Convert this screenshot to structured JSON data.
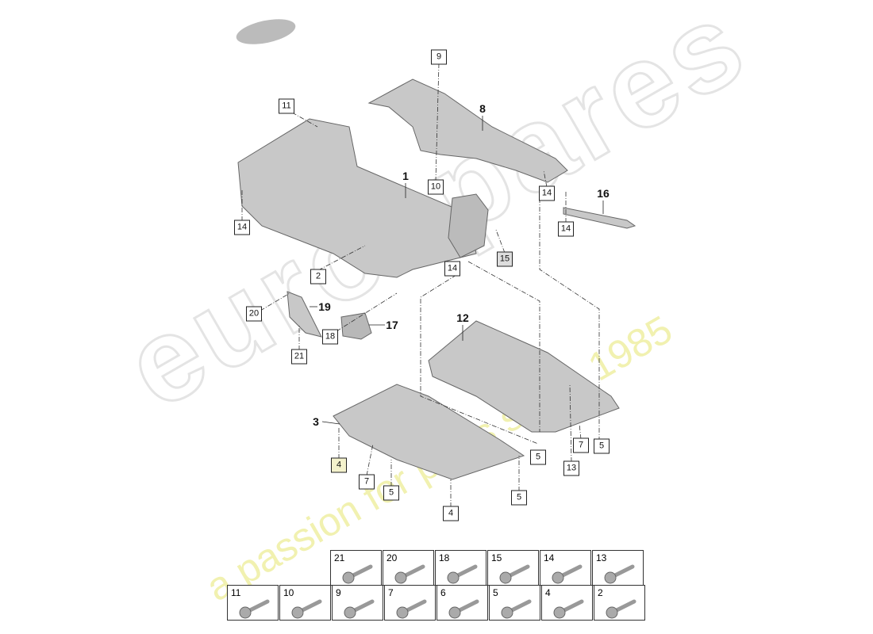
{
  "watermark": {
    "brand": "eurospares",
    "tagline": "a passion for parts since 1985"
  },
  "callouts": [
    {
      "label": "9",
      "style": "box"
    },
    {
      "label": "11",
      "style": "box"
    },
    {
      "label": "8",
      "style": "bold"
    },
    {
      "label": "1",
      "style": "bold"
    },
    {
      "label": "10",
      "style": "box"
    },
    {
      "label": "14",
      "style": "box"
    },
    {
      "label": "16",
      "style": "bold"
    },
    {
      "label": "14",
      "style": "box"
    },
    {
      "label": "14",
      "style": "box"
    },
    {
      "label": "15",
      "style": "gray"
    },
    {
      "label": "14",
      "style": "box"
    },
    {
      "label": "2",
      "style": "box"
    },
    {
      "label": "20",
      "style": "box"
    },
    {
      "label": "19",
      "style": "bold"
    },
    {
      "label": "17",
      "style": "bold"
    },
    {
      "label": "18",
      "style": "box"
    },
    {
      "label": "21",
      "style": "box"
    },
    {
      "label": "12",
      "style": "bold"
    },
    {
      "label": "3",
      "style": "bold"
    },
    {
      "label": "4",
      "style": "yel"
    },
    {
      "label": "7",
      "style": "box"
    },
    {
      "label": "5",
      "style": "box"
    },
    {
      "label": "5",
      "style": "box"
    },
    {
      "label": "7",
      "style": "box"
    },
    {
      "label": "5",
      "style": "box"
    },
    {
      "label": "13",
      "style": "box"
    },
    {
      "label": "5",
      "style": "box"
    },
    {
      "label": "4",
      "style": "box"
    }
  ],
  "parts_table": {
    "row1": [
      "21",
      "20",
      "18",
      "15",
      "14",
      "13"
    ],
    "row2": [
      "11",
      "10",
      "9",
      "7",
      "6",
      "5",
      "4",
      "2"
    ]
  }
}
